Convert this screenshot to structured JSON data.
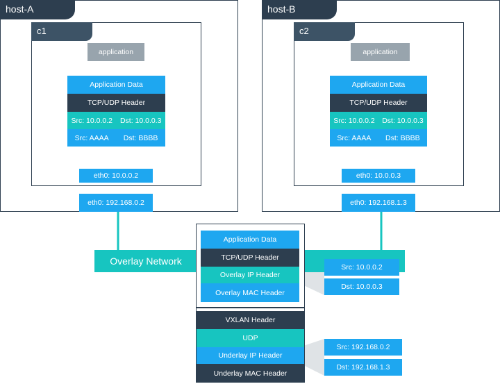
{
  "colors": {
    "dark": "#2d3e4f",
    "blue": "#1ea7f0",
    "teal": "#17c5c0",
    "gray": "#98a4ad",
    "light": "#dfe3e6"
  },
  "hostA": {
    "label": "host-A",
    "container": "c1",
    "app": "application",
    "stack": {
      "app_data": "Application Data",
      "tcp_udp": "TCP/UDP Header",
      "ip_src": "Src: 10.0.0.2",
      "ip_dst": "Dst: 10.0.0.3",
      "mac_src": "Src: AAAA",
      "mac_dst": "Dst: BBBB"
    },
    "eth0_inner": "eth0: 10.0.0.2",
    "eth0_host": "eth0: 192.168.0.2"
  },
  "hostB": {
    "label": "host-B",
    "container": "c2",
    "app": "application",
    "stack": {
      "app_data": "Application Data",
      "tcp_udp": "TCP/UDP Header",
      "ip_src": "Src: 10.0.0.2",
      "ip_dst": "Dst: 10.0.0.3",
      "mac_src": "Src: AAAA",
      "mac_dst": "Dst: BBBB"
    },
    "eth0_inner": "eth0: 10.0.0.3",
    "eth0_host": "eth0: 192.168.1.3"
  },
  "overlay_network": "Overlay Network",
  "packet": {
    "inner": [
      "Application Data",
      "TCP/UDP Header",
      "Overlay IP Header",
      "Overlay MAC Header"
    ],
    "outer": [
      "VXLAN Header",
      "UDP",
      "Underlay IP Header",
      "Underlay MAC Header"
    ]
  },
  "overlay_ip": {
    "src": "Src: 10.0.0.2",
    "dst": "Dst: 10.0.0.3"
  },
  "underlay_ip": {
    "src": "Src: 192.168.0.2",
    "dst": "Dst: 192.168.1.3"
  }
}
